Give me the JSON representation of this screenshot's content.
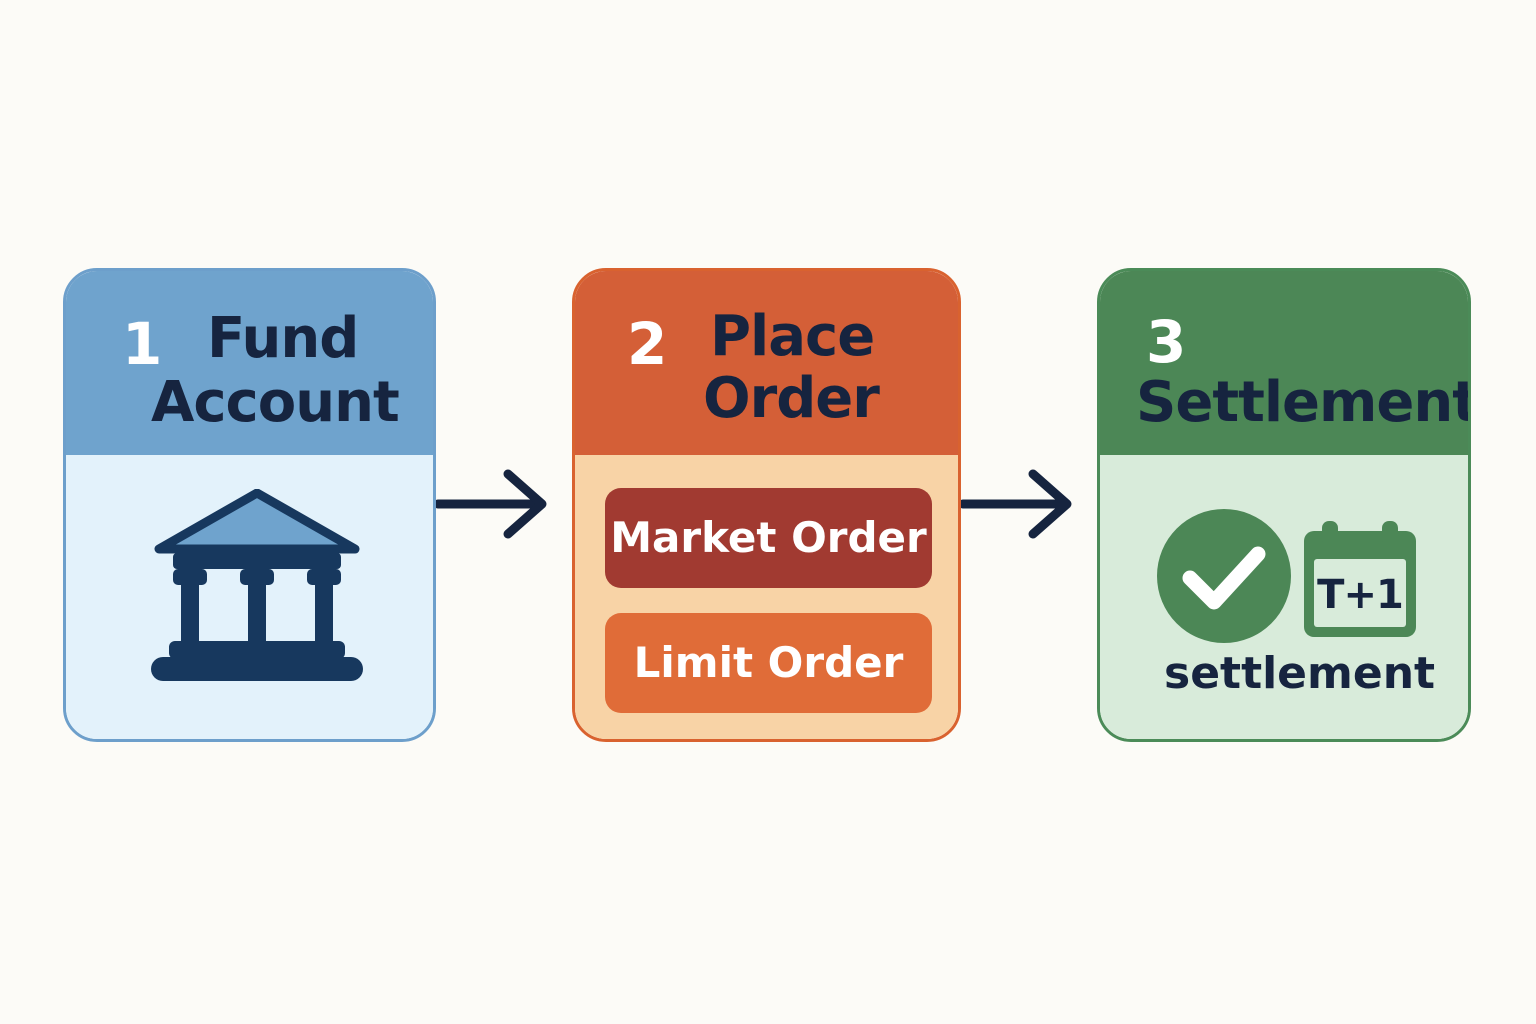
{
  "steps": [
    {
      "number": "1",
      "title_line1": "Fund",
      "title_line2": "Account",
      "icon": "bank-building-icon",
      "color": "#6FA3CD"
    },
    {
      "number": "2",
      "title_line1": "Place",
      "title_line2": "Order",
      "color": "#D45F37",
      "options": [
        "Market Order",
        "Limit Order"
      ]
    },
    {
      "number": "3",
      "title": "Settlement",
      "color": "#4C8756",
      "icons": [
        "checkmark-circle-icon",
        "calendar-icon"
      ],
      "calendar_text": "T+1",
      "caption": "settlement"
    }
  ],
  "connectors": [
    "arrow-right-icon",
    "arrow-right-icon"
  ]
}
